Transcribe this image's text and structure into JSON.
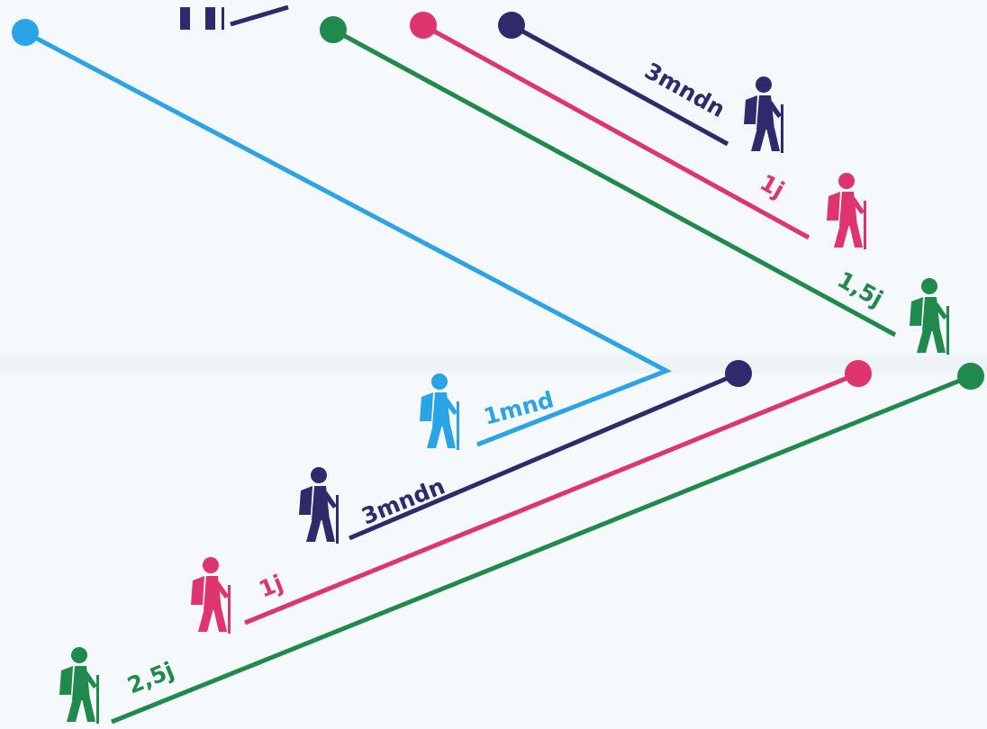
{
  "routes": {
    "top_navy": {
      "label": "3mndn",
      "color": "#2e2a6b"
    },
    "top_pink": {
      "label": "1j",
      "color": "#e0346e"
    },
    "top_green": {
      "label": "1,5j",
      "color": "#1f8a4c"
    },
    "top_blue": {
      "label": "1mnd",
      "color": "#2aa4e6"
    },
    "bottom_navy": {
      "label": "3mndn",
      "color": "#2e2a6b"
    },
    "bottom_pink": {
      "label": "1j",
      "color": "#e0346e"
    },
    "bottom_green": {
      "label": "2,5j",
      "color": "#1f8a4c"
    }
  },
  "icons": {
    "hiker": "hiker-icon",
    "start_point": "circle"
  }
}
